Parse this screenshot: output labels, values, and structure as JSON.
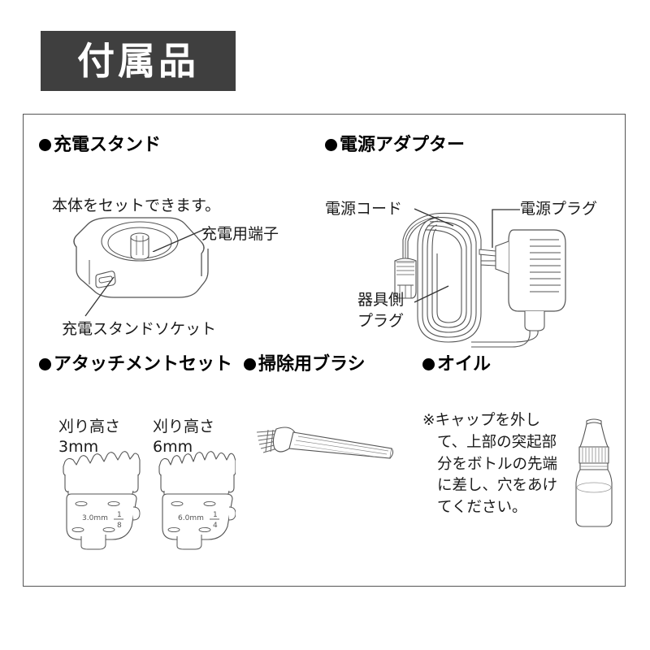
{
  "page": {
    "title": "付属品",
    "title_bar_color": "#3f3f3f",
    "panel_border_color": "#555555",
    "background": "#ffffff"
  },
  "sections": {
    "charging_stand": {
      "heading": "充電スタンド",
      "description": "本体をセットできます。",
      "labels": {
        "charging_terminal": "充電用端子",
        "stand_socket": "充電スタンドソケット"
      }
    },
    "power_adapter": {
      "heading": "電源アダプター",
      "labels": {
        "power_cord": "電源コード",
        "power_plug": "電源プラグ",
        "appliance_plug": "器具側\nプラグ"
      }
    },
    "attachment_set": {
      "heading": "アタッチメントセット",
      "items": [
        {
          "caption": "刈り高さ\n3mm",
          "mark_mm": "3.0mm",
          "mark_inch_top": "1",
          "mark_inch_bottom": "8"
        },
        {
          "caption": "刈り高さ\n6mm",
          "mark_mm": "6.0mm",
          "mark_inch_top": "1",
          "mark_inch_bottom": "4"
        }
      ]
    },
    "cleaning_brush": {
      "heading": "掃除用ブラシ"
    },
    "oil": {
      "heading": "オイル",
      "note_line1": "※キャップを外し",
      "note_line2": "て、上部の突起部",
      "note_line3": "分をボトルの先端",
      "note_line4": "に差し、穴をあけ",
      "note_line5": "てください。"
    }
  }
}
